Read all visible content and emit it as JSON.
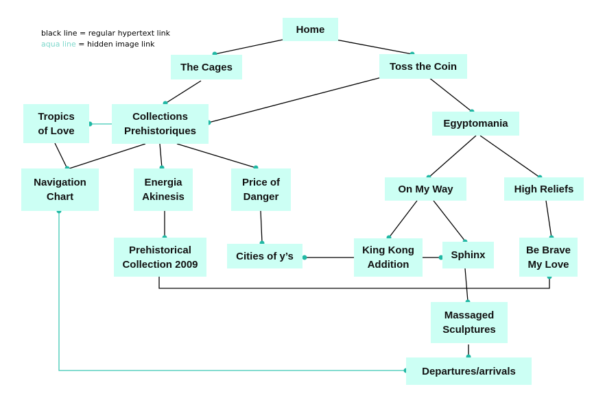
{
  "legend": {
    "black": "black line = regular hypertext link",
    "aqua_prefix": "aqua line",
    "aqua_suffix": " = hidden image link"
  },
  "colors": {
    "node_fill": "#ccfff4",
    "aqua_line": "#3cc8b4",
    "black_line": "#000000",
    "dot": "#20b8a4"
  },
  "nodes": {
    "home": "Home",
    "the_cages": "The Cages",
    "toss_the_coin": "Toss the Coin",
    "tropics_of_love": "Tropics\nof Love",
    "collections_prehistoriques": "Collections\nPrehistoriques",
    "egyptomania": "Egyptomania",
    "navigation_chart": "Navigation\nChart",
    "energia_akinesis": "Energia\nAkinesis",
    "price_of_danger": "Price of\nDanger",
    "on_my_way": "On My Way",
    "high_reliefs": "High Reliefs",
    "prehistorical_collection_2009": "Prehistorical\nCollection 2009",
    "cities_of_ys": "Cities of y’s",
    "king_kong_addition": "King Kong\nAddition",
    "sphinx": "Sphinx",
    "be_brave_my_love": "Be Brave\nMy Love",
    "massaged_sculptures": "Massaged\nSculptures",
    "departures_arrivals": "Departures/arrivals"
  }
}
